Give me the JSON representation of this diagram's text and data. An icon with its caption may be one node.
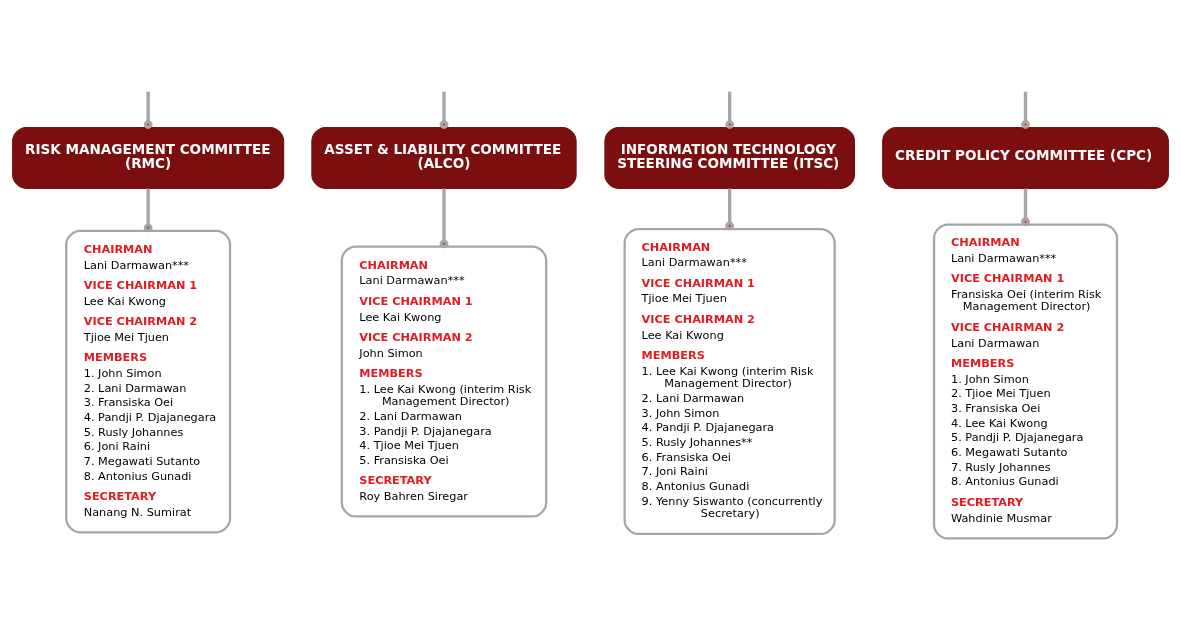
{
  "diagram": {
    "nodes": [
      {
        "text": [
          "RISK MANAGEMENT COMMITTEE (RMC)"
        ]
      },
      {
        "text": [
          "CHAIRMAN",
          "Lani Darmawan***",
          "VICE CHAIRMAN 1",
          "Lee Kai Kwong",
          "VICE CHAIRMAN 2",
          "Tjioe Mei Tjuen",
          "MEMBERS",
          "1. John Simon",
          "2. Lani Darmawan",
          "3. Fransiska Oei",
          "4. Pandji P. Djajanegara",
          "5. Rusly Johannes",
          "6. Joni Raini",
          "7. Megawati Sutanto",
          "8. Antonius Gunadi",
          "SECRETARY",
          "Nanang N. Sumirat"
        ]
      },
      {
        "text": [
          "ASSET & LIABILITY COMMITTEE (ALCO)"
        ]
      },
      {
        "text": [
          "CHAIRMAN",
          "Lani Darmawan***",
          "VICE CHAIRMAN 1",
          "Lee Kai Kwong",
          "VICE CHAIRMAN 2",
          "John Simon",
          "MEMBERS",
          "1. Lee Kai Kwong (interim Risk Management Director)",
          "2. Lani Darmawan",
          "3. Pandji P. Djajanegara",
          "4. Tjioe Mei Tjuen",
          "5. Fransiska Oei",
          "SECRETARY",
          "Roy Bahren Siregar"
        ]
      },
      {
        "text": [
          "INFORMATION TECHNOLOGY STEERING COMMITTEE (ITSC)"
        ]
      },
      {
        "text": [
          "CHAIRMAN",
          "Lani Darmawan***",
          "VICE CHAIRMAN 1",
          "Tjioe Mei Tjuen",
          "VICE CHAIRMAN 2",
          "Lee Kai Kwong",
          "MEMBERS",
          "1. Lee Kai Kwong (interim Risk Management Director)",
          "2. Lani Darmawan",
          "3. John Simon",
          "4. Pandji P. Djajanegara",
          "5. Rusly Johannes**",
          "6. Fransiska Oei",
          "7. Joni Raini",
          "8. Antonius Gunadi",
          "9. Yenny Siswanto (concurrently Secretary)"
        ]
      },
      {
        "text": [
          "CREDIT POLICY COMMITTEE (CPC)"
        ]
      },
      {
        "text": [
          "CHAIRMAN",
          "Lani Darmawan***",
          "VICE CHAIRMAN 1",
          "Fransiska Oei (interim Risk Management Director)",
          "VICE CHAIRMAN 2",
          "Lani Darmawan",
          "MEMBERS",
          "1. John Simon",
          "2. Tjioe Mei Tjuen",
          "3. Fransiska Oei",
          "4. Lee Kai Kwong",
          "5. Pandji P. Djajanegara",
          "6. Megawati Sutanto",
          "7. Rusly Johannes",
          "8. Antonius Gunadi",
          "SECRETARY",
          "Wahdinie Musmar"
        ]
      }
    ],
    "edges": [
      {
        "from": null,
        "to": 0,
        "arrow": "other"
      },
      {
        "from": null,
        "to": 2,
        "arrow": "other"
      },
      {
        "from": null,
        "to": 4,
        "arrow": "other"
      },
      {
        "from": null,
        "to": 6,
        "arrow": "other"
      },
      {
        "from": 0,
        "to": 1,
        "arrow": "other"
      },
      {
        "from": 2,
        "to": 3,
        "arrow": "other"
      },
      {
        "from": 4,
        "to": 5,
        "arrow": "other"
      },
      {
        "from": 6,
        "to": 7,
        "arrow": "other"
      }
    ]
  }
}
